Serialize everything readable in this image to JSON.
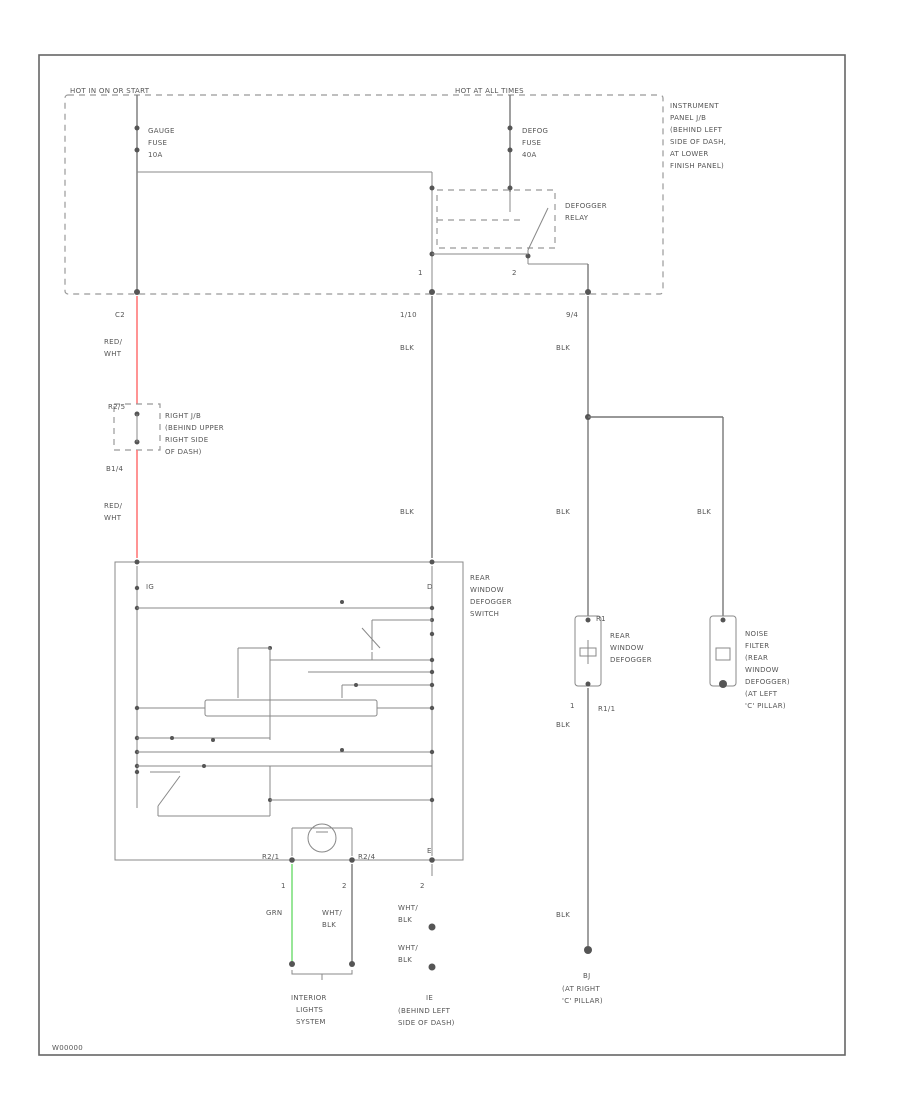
{
  "colors": {
    "red_wire": "#ff7a7a",
    "green_wire": "#7ee07e",
    "wire": "#777777"
  },
  "power_box": {
    "left_header": "HOT IN ON OR START",
    "right_header": "HOT AT ALL TIMES",
    "location": [
      "INSTRUMENT",
      "PANEL J/B",
      "(BEHIND LEFT",
      "SIDE OF DASH,",
      "AT LOWER",
      "FINISH PANEL)"
    ],
    "gauge_fuse": [
      "GAUGE",
      "FUSE",
      "10A"
    ],
    "defog_fuse": [
      "DEFOG",
      "FUSE",
      "40A"
    ],
    "defogger_relay": [
      "DEFOGGER",
      "RELAY"
    ],
    "relay_pin_1": "1",
    "relay_pin_2": "2",
    "connector_left": "C2",
    "connector_mid": "1/10",
    "connector_right": "9/4"
  },
  "wires": {
    "red_wht_top": [
      "RED/",
      "WHT"
    ],
    "blk_mid_top": "BLK",
    "blk_right_top": "BLK",
    "red_wht_bottom": [
      "RED/",
      "WHT"
    ],
    "blk_mid_bottom": "BLK",
    "blk_right_mid": "BLK",
    "blk_noise": "BLK",
    "blk_right_low": "BLK",
    "blk_right_bottom": "BLK",
    "grn": "GRN",
    "wht_blk_left": [
      "WHT/",
      "BLK"
    ],
    "wht_blk_mid": [
      "WHT/",
      "BLK"
    ],
    "wht_blk_lower": [
      "WHT/",
      "BLK"
    ]
  },
  "right_jb": {
    "top_pin": "R2/5",
    "label": [
      "RIGHT J/B",
      "(BEHIND UPPER",
      "RIGHT SIDE",
      "OF DASH)"
    ],
    "bottom_pin": "B1/4"
  },
  "switch": {
    "label": [
      "REAR",
      "WINDOW",
      "DEFOGGER",
      "SWITCH"
    ],
    "pin_left_top": "IG",
    "pin_right_top": "D",
    "pin_bottom_left": "R2/1",
    "pin_bottom_mid": "R2/4",
    "pin_bottom_right": "E",
    "pin_1": "1",
    "pin_2": "2",
    "pin_3": "2"
  },
  "defogger": {
    "label": [
      "REAR",
      "WINDOW",
      "DEFOGGER"
    ],
    "pin_top": "R1",
    "pin_bottom": "R1/1",
    "pin_side": "1"
  },
  "noise_filter": {
    "label": [
      "NOISE",
      "FILTER",
      "(REAR",
      "WINDOW",
      "DEFOGGER)",
      "(AT LEFT",
      "'C' PILLAR)"
    ]
  },
  "grounds": {
    "interior": [
      "INTERIOR",
      "LIGHTS",
      "SYSTEM"
    ],
    "ie_letter": "IE",
    "ie_location": [
      "(BEHIND LEFT",
      "SIDE OF DASH)"
    ],
    "bj_letter": "BJ",
    "bj_location": [
      "(AT RIGHT",
      "'C' PILLAR)"
    ]
  },
  "diagram_id": "W00000"
}
